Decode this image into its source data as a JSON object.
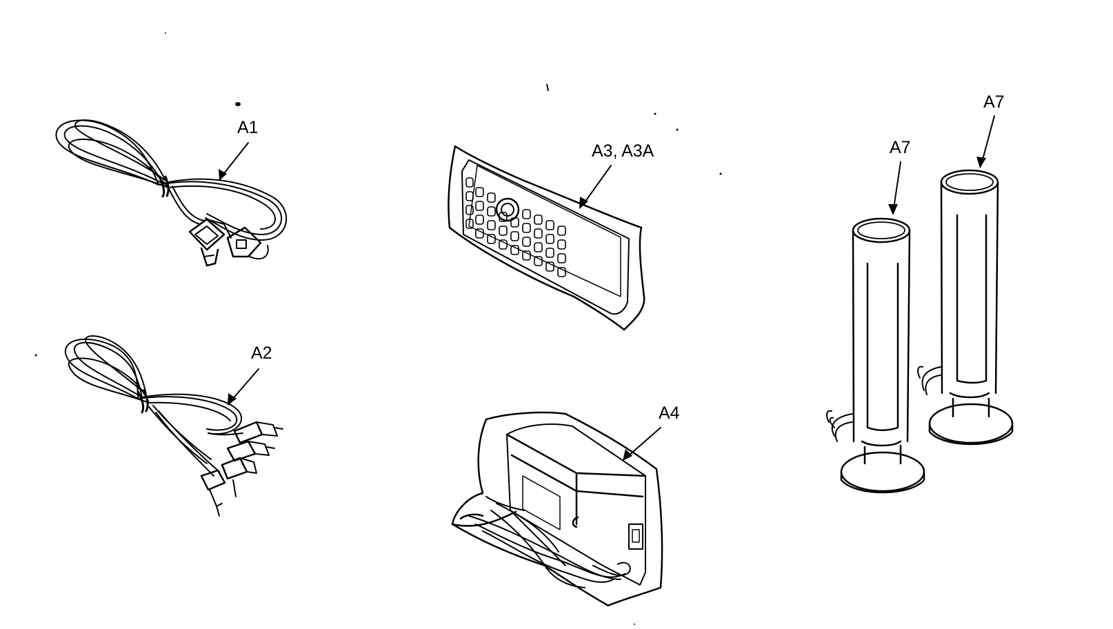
{
  "callouts": {
    "a1": "A1",
    "a2": "A2",
    "a3": "A3, A3A",
    "a4": "A4",
    "a7_left": "A7",
    "a7_right": "A7"
  },
  "parts": [
    {
      "id": "A1",
      "icon": "power-cord-icon"
    },
    {
      "id": "A2",
      "icon": "av-cable-icon"
    },
    {
      "id": "A3, A3A",
      "icon": "remote-control-icon"
    },
    {
      "id": "A4",
      "icon": "bagged-accessory-box-icon"
    },
    {
      "id": "A7",
      "icon": "tall-speaker-icon"
    }
  ],
  "colors": {
    "ink": "#000000",
    "paper": "#ffffff"
  }
}
